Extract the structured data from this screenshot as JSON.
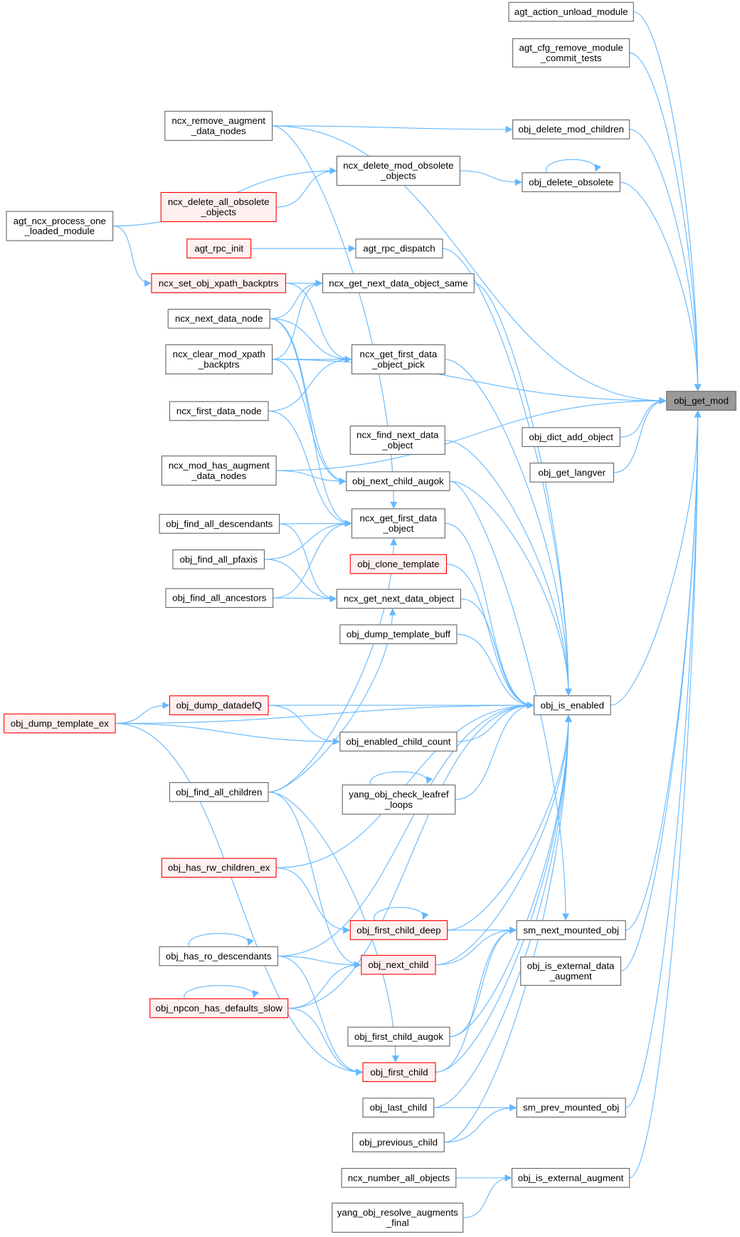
{
  "graph": {
    "type": "caller-graph",
    "colors": {
      "edge": "#63b8ff",
      "node_border": "#666666",
      "node_fill": "#ffffff",
      "highlight_fill": "#999999",
      "red_border": "#ff0000",
      "red_fill": "#fff0f0"
    },
    "focus": "obj_get_mod",
    "nodes": [
      {
        "id": "agt_action_unload_module",
        "lines": [
          "agt_action_unload_module"
        ]
      },
      {
        "id": "agt_cfg_remove_module_commit_tests",
        "lines": [
          "agt_cfg_remove_module",
          "_commit_tests"
        ]
      },
      {
        "id": "ncx_remove_augment_data_nodes",
        "lines": [
          "ncx_remove_augment",
          "_data_nodes"
        ]
      },
      {
        "id": "obj_delete_mod_children",
        "lines": [
          "obj_delete_mod_children"
        ]
      },
      {
        "id": "ncx_delete_mod_obsolete_objects",
        "lines": [
          "ncx_delete_mod_obsolete",
          "_objects"
        ]
      },
      {
        "id": "obj_delete_obsolete",
        "lines": [
          "obj_delete_obsolete"
        ]
      },
      {
        "id": "ncx_delete_all_obsolete_objects",
        "lines": [
          "ncx_delete_all_obsolete",
          "_objects"
        ],
        "red": true
      },
      {
        "id": "agt_ncx_process_one_loaded_module",
        "lines": [
          "agt_ncx_process_one",
          "_loaded_module"
        ]
      },
      {
        "id": "agt_rpc_init",
        "lines": [
          "agt_rpc_init"
        ],
        "red": true
      },
      {
        "id": "agt_rpc_dispatch",
        "lines": [
          "agt_rpc_dispatch"
        ]
      },
      {
        "id": "ncx_set_obj_xpath_backptrs",
        "lines": [
          "ncx_set_obj_xpath_backptrs"
        ],
        "red": true
      },
      {
        "id": "ncx_get_next_data_object_same",
        "lines": [
          "ncx_get_next_data_object_same"
        ]
      },
      {
        "id": "ncx_next_data_node",
        "lines": [
          "ncx_next_data_node"
        ]
      },
      {
        "id": "ncx_clear_mod_xpath_backptrs",
        "lines": [
          "ncx_clear_mod_xpath",
          "_backptrs"
        ]
      },
      {
        "id": "ncx_get_first_data_object_pick",
        "lines": [
          "ncx_get_first_data",
          "_object_pick"
        ]
      },
      {
        "id": "ncx_first_data_node",
        "lines": [
          "ncx_first_data_node"
        ]
      },
      {
        "id": "obj_get_mod",
        "lines": [
          "obj_get_mod"
        ],
        "focus": true
      },
      {
        "id": "ncx_find_next_data_object",
        "lines": [
          "ncx_find_next_data",
          "_object"
        ]
      },
      {
        "id": "obj_dict_add_object",
        "lines": [
          "obj_dict_add_object"
        ]
      },
      {
        "id": "obj_get_langver",
        "lines": [
          "obj_get_langver"
        ]
      },
      {
        "id": "ncx_mod_has_augment_data_nodes",
        "lines": [
          "ncx_mod_has_augment",
          "_data_nodes"
        ]
      },
      {
        "id": "obj_next_child_augok",
        "lines": [
          "obj_next_child_augok"
        ]
      },
      {
        "id": "ncx_get_first_data_object",
        "lines": [
          "ncx_get_first_data",
          "_object"
        ]
      },
      {
        "id": "obj_find_all_descendants",
        "lines": [
          "obj_find_all_descendants"
        ]
      },
      {
        "id": "obj_find_all_pfaxis",
        "lines": [
          "obj_find_all_pfaxis"
        ]
      },
      {
        "id": "obj_clone_template",
        "lines": [
          "obj_clone_template"
        ],
        "red": true
      },
      {
        "id": "obj_find_all_ancestors",
        "lines": [
          "obj_find_all_ancestors"
        ]
      },
      {
        "id": "ncx_get_next_data_object",
        "lines": [
          "ncx_get_next_data_object"
        ]
      },
      {
        "id": "obj_dump_template_buff",
        "lines": [
          "obj_dump_template_buff"
        ]
      },
      {
        "id": "obj_is_enabled",
        "lines": [
          "obj_is_enabled"
        ]
      },
      {
        "id": "obj_dump_datadefQ",
        "lines": [
          "obj_dump_datadefQ"
        ],
        "red": true
      },
      {
        "id": "obj_dump_template_ex",
        "lines": [
          "obj_dump_template_ex"
        ],
        "red": true
      },
      {
        "id": "obj_enabled_child_count",
        "lines": [
          "obj_enabled_child_count"
        ]
      },
      {
        "id": "obj_find_all_children",
        "lines": [
          "obj_find_all_children"
        ]
      },
      {
        "id": "yang_obj_check_leafref_loops",
        "lines": [
          "yang_obj_check_leafref",
          "_loops"
        ]
      },
      {
        "id": "obj_has_rw_children_ex",
        "lines": [
          "obj_has_rw_children_ex"
        ],
        "red": true
      },
      {
        "id": "obj_first_child_deep",
        "lines": [
          "obj_first_child_deep"
        ],
        "red": true
      },
      {
        "id": "sm_next_mounted_obj",
        "lines": [
          "sm_next_mounted_obj"
        ]
      },
      {
        "id": "obj_has_ro_descendants",
        "lines": [
          "obj_has_ro_descendants"
        ]
      },
      {
        "id": "obj_next_child",
        "lines": [
          "obj_next_child"
        ],
        "red": true
      },
      {
        "id": "obj_is_external_data_augment",
        "lines": [
          "obj_is_external_data",
          "_augment"
        ]
      },
      {
        "id": "obj_npcon_has_defaults_slow",
        "lines": [
          "obj_npcon_has_defaults_slow"
        ],
        "red": true
      },
      {
        "id": "obj_first_child_augok",
        "lines": [
          "obj_first_child_augok"
        ]
      },
      {
        "id": "obj_first_child",
        "lines": [
          "obj_first_child"
        ],
        "red": true
      },
      {
        "id": "obj_last_child",
        "lines": [
          "obj_last_child"
        ]
      },
      {
        "id": "sm_prev_mounted_obj",
        "lines": [
          "sm_prev_mounted_obj"
        ]
      },
      {
        "id": "obj_previous_child",
        "lines": [
          "obj_previous_child"
        ]
      },
      {
        "id": "ncx_number_all_objects",
        "lines": [
          "ncx_number_all_objects"
        ]
      },
      {
        "id": "obj_is_external_augment",
        "lines": [
          "obj_is_external_augment"
        ]
      },
      {
        "id": "yang_obj_resolve_augments_final",
        "lines": [
          "yang_obj_resolve_augments",
          "_final"
        ]
      }
    ],
    "edges": [
      [
        "agt_action_unload_module",
        "obj_get_mod"
      ],
      [
        "agt_cfg_remove_module_commit_tests",
        "obj_get_mod"
      ],
      [
        "ncx_remove_augment_data_nodes",
        "obj_get_mod"
      ],
      [
        "ncx_remove_augment_data_nodes",
        "obj_delete_mod_children"
      ],
      [
        "ncx_remove_augment_data_nodes",
        "ncx_get_first_data_object"
      ],
      [
        "obj_delete_mod_children",
        "obj_get_mod"
      ],
      [
        "ncx_delete_mod_obsolete_objects",
        "obj_delete_obsolete"
      ],
      [
        "obj_delete_obsolete",
        "obj_get_mod"
      ],
      [
        "obj_delete_obsolete",
        "obj_delete_obsolete"
      ],
      [
        "ncx_delete_all_obsolete_objects",
        "ncx_delete_mod_obsolete_objects"
      ],
      [
        "agt_ncx_process_one_loaded_module",
        "ncx_delete_mod_obsolete_objects"
      ],
      [
        "agt_ncx_process_one_loaded_module",
        "ncx_set_obj_xpath_backptrs"
      ],
      [
        "agt_rpc_init",
        "agt_rpc_dispatch"
      ],
      [
        "agt_rpc_dispatch",
        "obj_is_enabled"
      ],
      [
        "ncx_set_obj_xpath_backptrs",
        "ncx_get_next_data_object_same"
      ],
      [
        "ncx_set_obj_xpath_backptrs",
        "ncx_get_first_data_object_pick"
      ],
      [
        "ncx_get_next_data_object_same",
        "obj_is_enabled"
      ],
      [
        "ncx_next_data_node",
        "ncx_get_next_data_object_same"
      ],
      [
        "ncx_next_data_node",
        "ncx_get_first_data_object_pick"
      ],
      [
        "ncx_next_data_node",
        "obj_next_child_augok"
      ],
      [
        "ncx_next_data_node",
        "ncx_get_first_data_object"
      ],
      [
        "ncx_clear_mod_xpath_backptrs",
        "obj_get_mod"
      ],
      [
        "ncx_clear_mod_xpath_backptrs",
        "ncx_get_first_data_object_pick"
      ],
      [
        "ncx_clear_mod_xpath_backptrs",
        "ncx_get_next_data_object_same"
      ],
      [
        "ncx_clear_mod_xpath_backptrs",
        "obj_next_child_augok"
      ],
      [
        "ncx_get_first_data_object_pick",
        "obj_is_enabled"
      ],
      [
        "ncx_first_data_node",
        "ncx_get_first_data_object_pick"
      ],
      [
        "ncx_first_data_node",
        "ncx_get_first_data_object"
      ],
      [
        "ncx_mod_has_augment_data_nodes",
        "obj_get_mod"
      ],
      [
        "ncx_mod_has_augment_data_nodes",
        "obj_next_child_augok"
      ],
      [
        "ncx_find_next_data_object",
        "obj_is_enabled"
      ],
      [
        "obj_dict_add_object",
        "obj_get_mod"
      ],
      [
        "obj_get_langver",
        "obj_get_mod"
      ],
      [
        "obj_next_child_augok",
        "obj_is_enabled"
      ],
      [
        "obj_next_child_augok",
        "sm_next_mounted_obj"
      ],
      [
        "ncx_get_first_data_object",
        "obj_is_enabled"
      ],
      [
        "obj_find_all_descendants",
        "ncx_get_first_data_object"
      ],
      [
        "obj_find_all_descendants",
        "ncx_get_next_data_object"
      ],
      [
        "obj_find_all_pfaxis",
        "ncx_get_first_data_object"
      ],
      [
        "obj_find_all_pfaxis",
        "ncx_get_next_data_object"
      ],
      [
        "obj_find_all_ancestors",
        "ncx_get_first_data_object"
      ],
      [
        "obj_find_all_ancestors",
        "ncx_get_next_data_object"
      ],
      [
        "obj_clone_template",
        "obj_is_enabled"
      ],
      [
        "ncx_get_next_data_object",
        "obj_is_enabled"
      ],
      [
        "obj_dump_template_buff",
        "obj_is_enabled"
      ],
      [
        "obj_is_enabled",
        "obj_get_mod"
      ],
      [
        "obj_dump_datadefQ",
        "obj_is_enabled"
      ],
      [
        "obj_dump_datadefQ",
        "obj_enabled_child_count"
      ],
      [
        "obj_dump_template_ex",
        "obj_dump_datadefQ"
      ],
      [
        "obj_dump_template_ex",
        "obj_is_enabled"
      ],
      [
        "obj_dump_template_ex",
        "obj_enabled_child_count"
      ],
      [
        "obj_dump_template_ex",
        "obj_first_child"
      ],
      [
        "obj_enabled_child_count",
        "obj_is_enabled"
      ],
      [
        "obj_find_all_children",
        "ncx_get_first_data_object"
      ],
      [
        "obj_find_all_children",
        "ncx_get_next_data_object"
      ],
      [
        "obj_find_all_children",
        "obj_next_child"
      ],
      [
        "obj_find_all_children",
        "obj_first_child"
      ],
      [
        "yang_obj_check_leafref_loops",
        "obj_is_enabled"
      ],
      [
        "yang_obj_check_leafref_loops",
        "yang_obj_check_leafref_loops"
      ],
      [
        "obj_has_rw_children_ex",
        "obj_is_enabled"
      ],
      [
        "obj_has_rw_children_ex",
        "obj_first_child_deep"
      ],
      [
        "obj_first_child_deep",
        "sm_next_mounted_obj"
      ],
      [
        "obj_first_child_deep",
        "obj_is_enabled"
      ],
      [
        "obj_first_child_deep",
        "obj_first_child_deep"
      ],
      [
        "sm_next_mounted_obj",
        "obj_get_mod"
      ],
      [
        "obj_has_ro_descendants",
        "obj_next_child"
      ],
      [
        "obj_has_ro_descendants",
        "obj_first_child"
      ],
      [
        "obj_has_ro_descendants",
        "obj_is_enabled"
      ],
      [
        "obj_has_ro_descendants",
        "obj_has_ro_descendants"
      ],
      [
        "obj_next_child",
        "sm_next_mounted_obj"
      ],
      [
        "obj_next_child",
        "obj_is_enabled"
      ],
      [
        "obj_is_external_data_augment",
        "obj_get_mod"
      ],
      [
        "obj_npcon_has_defaults_slow",
        "obj_next_child"
      ],
      [
        "obj_npcon_has_defaults_slow",
        "obj_first_child"
      ],
      [
        "obj_npcon_has_defaults_slow",
        "obj_is_enabled"
      ],
      [
        "obj_npcon_has_defaults_slow",
        "obj_npcon_has_defaults_slow"
      ],
      [
        "obj_first_child_augok",
        "obj_is_enabled"
      ],
      [
        "obj_first_child_augok",
        "sm_next_mounted_obj"
      ],
      [
        "obj_first_child",
        "obj_is_enabled"
      ],
      [
        "obj_first_child",
        "sm_next_mounted_obj"
      ],
      [
        "obj_last_child",
        "sm_prev_mounted_obj"
      ],
      [
        "obj_last_child",
        "obj_is_enabled"
      ],
      [
        "sm_prev_mounted_obj",
        "obj_get_mod"
      ],
      [
        "obj_previous_child",
        "sm_prev_mounted_obj"
      ],
      [
        "obj_previous_child",
        "obj_is_enabled"
      ],
      [
        "ncx_number_all_objects",
        "obj_is_external_augment"
      ],
      [
        "yang_obj_resolve_augments_final",
        "obj_is_external_augment"
      ],
      [
        "obj_is_external_augment",
        "obj_get_mod"
      ]
    ]
  }
}
